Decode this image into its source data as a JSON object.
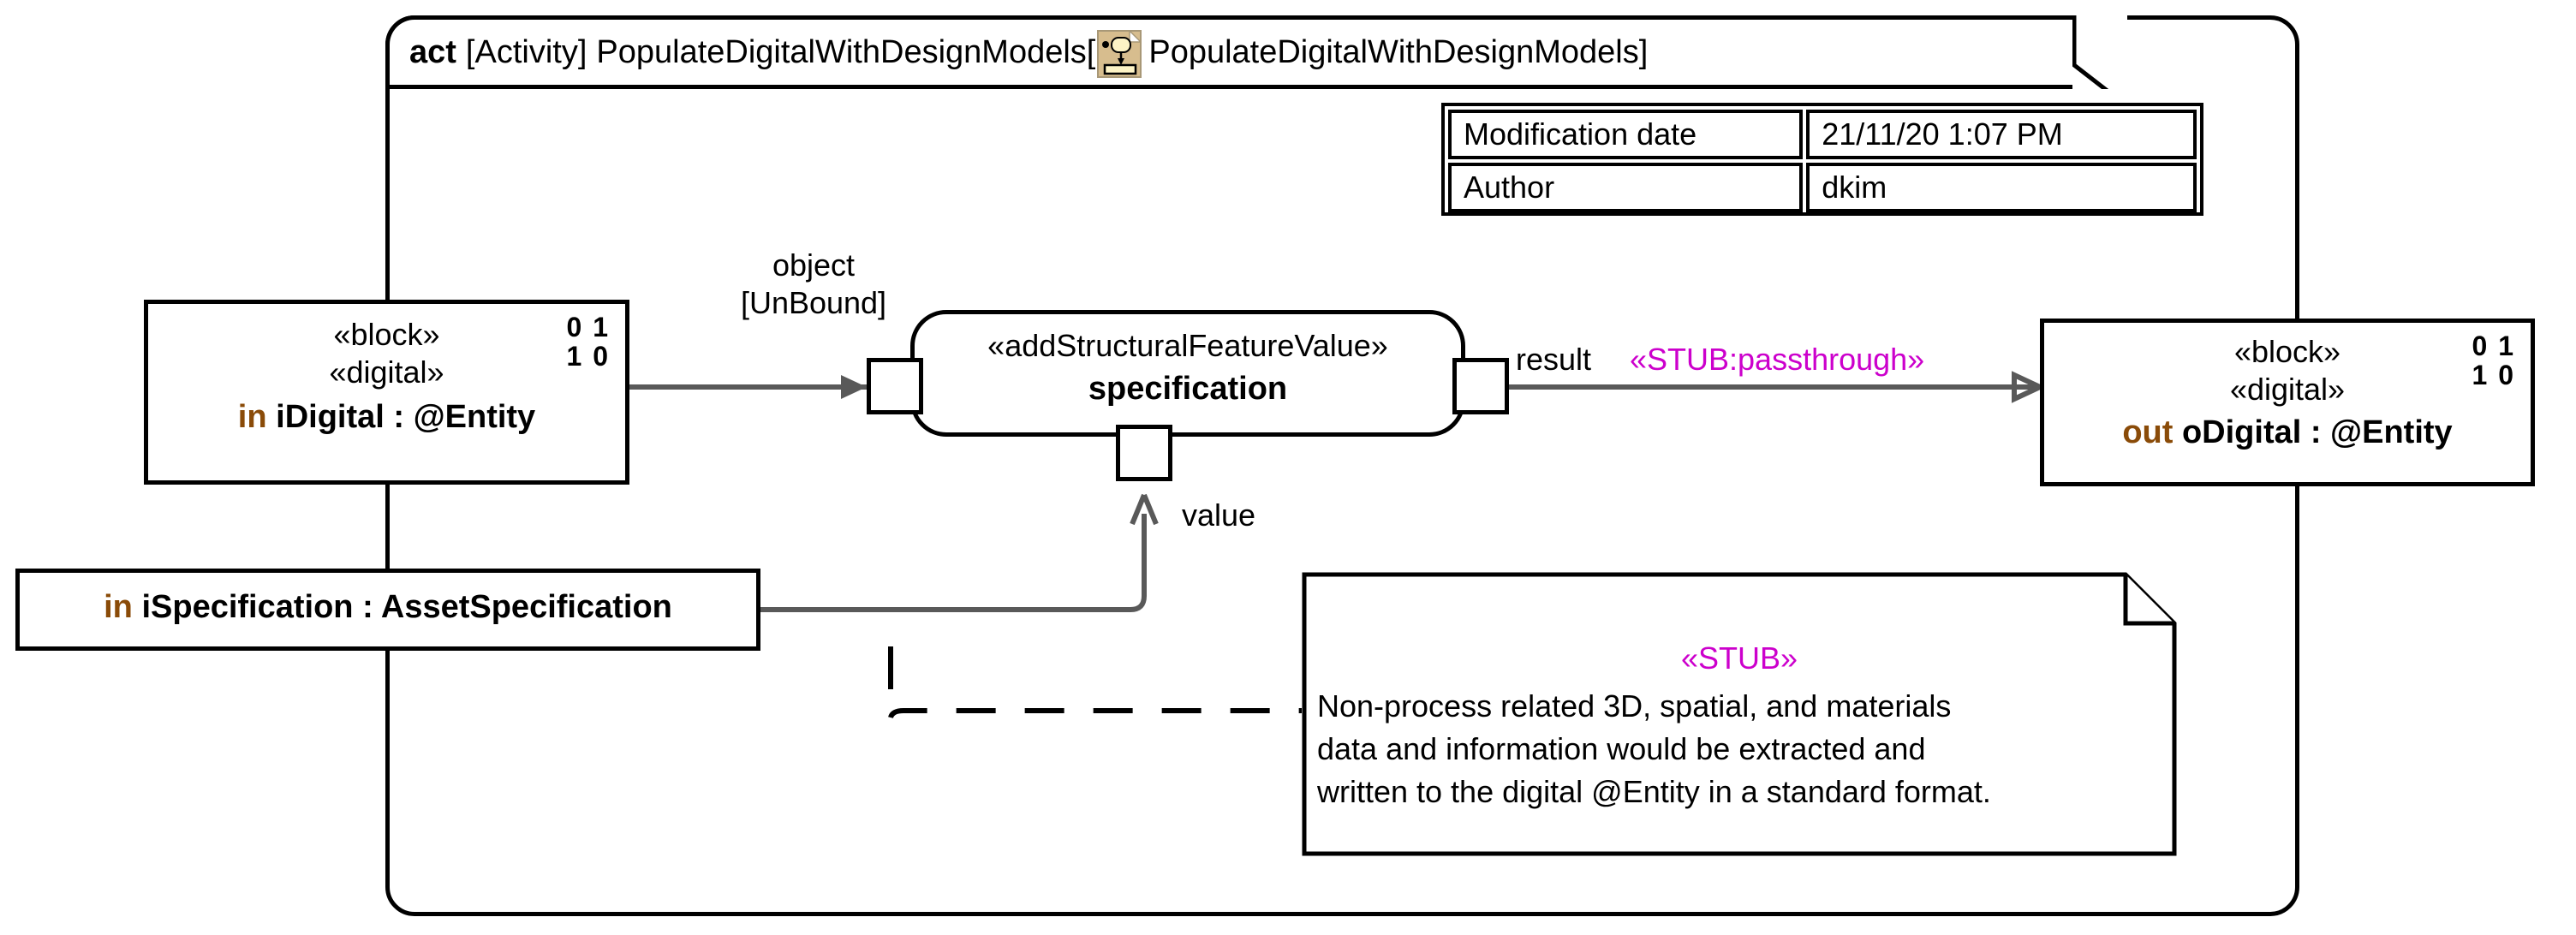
{
  "frame": {
    "kind_keyword": "act",
    "type_bracket": "[Activity]",
    "name": "PopulateDigitalWithDesignModels[",
    "icon": "activity-diagram-icon",
    "qualified_name": "PopulateDigitalWithDesignModels]"
  },
  "metadata": {
    "rows": [
      {
        "key": "Modification date",
        "value": "21/11/20 1:07 PM"
      },
      {
        "key": "Author",
        "value": "dkim"
      }
    ]
  },
  "input_digital": {
    "stereotype_1": "«block»",
    "stereotype_2": "«digital»",
    "direction": "in",
    "signature": " iDigital : @Entity",
    "multiplicity_line_1": "0 1",
    "multiplicity_line_2": "1 0"
  },
  "input_specification": {
    "direction": "in",
    "signature": " iSpecification : AssetSpecification"
  },
  "output_digital": {
    "stereotype_1": "«block»",
    "stereotype_2": "«digital»",
    "direction": "out",
    "signature": " oDigital : @Entity",
    "multiplicity_line_1": "0 1",
    "multiplicity_line_2": "1 0"
  },
  "action": {
    "stereotype": "«addStructuralFeatureValue»",
    "name": "specification",
    "pins": {
      "object_pin": "object-input-pin",
      "value_pin": "value-input-pin",
      "result_pin": "result-output-pin"
    }
  },
  "edges": {
    "object_label_line_1": "object",
    "object_label_line_2": "[UnBound]",
    "value_label": "value",
    "result_label": "result",
    "passthrough_stereotype": "«STUB:passthrough»"
  },
  "note": {
    "stereotype": "«STUB»",
    "line_1": "Non-process related 3D, spatial, and materials",
    "line_2": "data and information would be extracted and",
    "line_3": "written to the digital @Entity in a standard format."
  },
  "colors": {
    "stub_magenta": "#cc00cc",
    "direction_brown": "#8a4b08",
    "line_black": "#000000",
    "edge_gray": "#595959",
    "icon_fill": "#d7bd8e"
  }
}
